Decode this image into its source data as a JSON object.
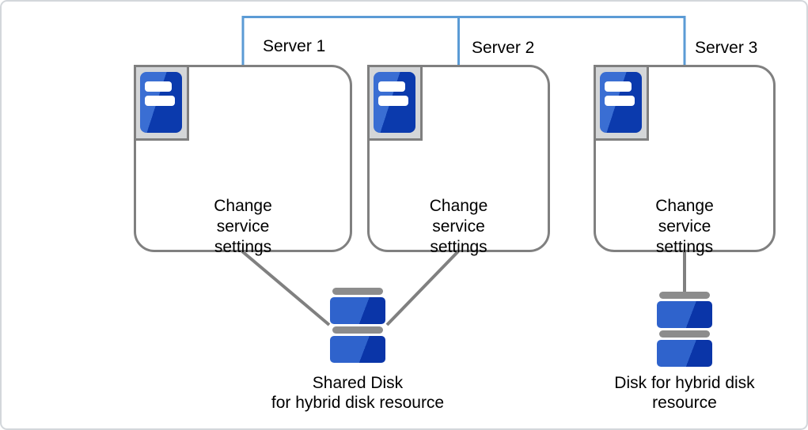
{
  "colors": {
    "interconnect_blue": "#5b9bd5",
    "connector_gray": "#808080",
    "box_border": "#808080",
    "canvas_border": "#d3d7db",
    "icon_plate": "#d4d6d8",
    "icon_border": "#7f7f7f",
    "server_blue_dark": "#0b3aad",
    "server_blue_light": "#3a6ed3",
    "disk_blue_dark": "#0a35a8",
    "disk_blue_light": "#2f63cc",
    "disk_bar_gray": "#8c8c8c",
    "text_color": "#000000"
  },
  "servers": [
    {
      "label": "Server 1",
      "icon": "server-icon",
      "lines": [
        "Change",
        "service",
        "settings"
      ]
    },
    {
      "label": "Server 2",
      "icon": "server-icon",
      "lines": [
        "Change",
        "service",
        "settings"
      ]
    },
    {
      "label": "Server 3",
      "icon": "server-icon",
      "lines": [
        "Change",
        "service",
        "settings"
      ]
    }
  ],
  "disks": [
    {
      "name": "shared-disk",
      "icon": "disk-icon",
      "caption_lines": [
        "Shared Disk",
        "for hybrid disk resource"
      ],
      "connected_servers": [
        "Server 1",
        "Server 2"
      ]
    },
    {
      "name": "hybrid-disk",
      "icon": "disk-icon",
      "caption_lines": [
        "Disk for hybrid disk",
        "resource"
      ],
      "connected_servers": [
        "Server 3"
      ]
    }
  ]
}
